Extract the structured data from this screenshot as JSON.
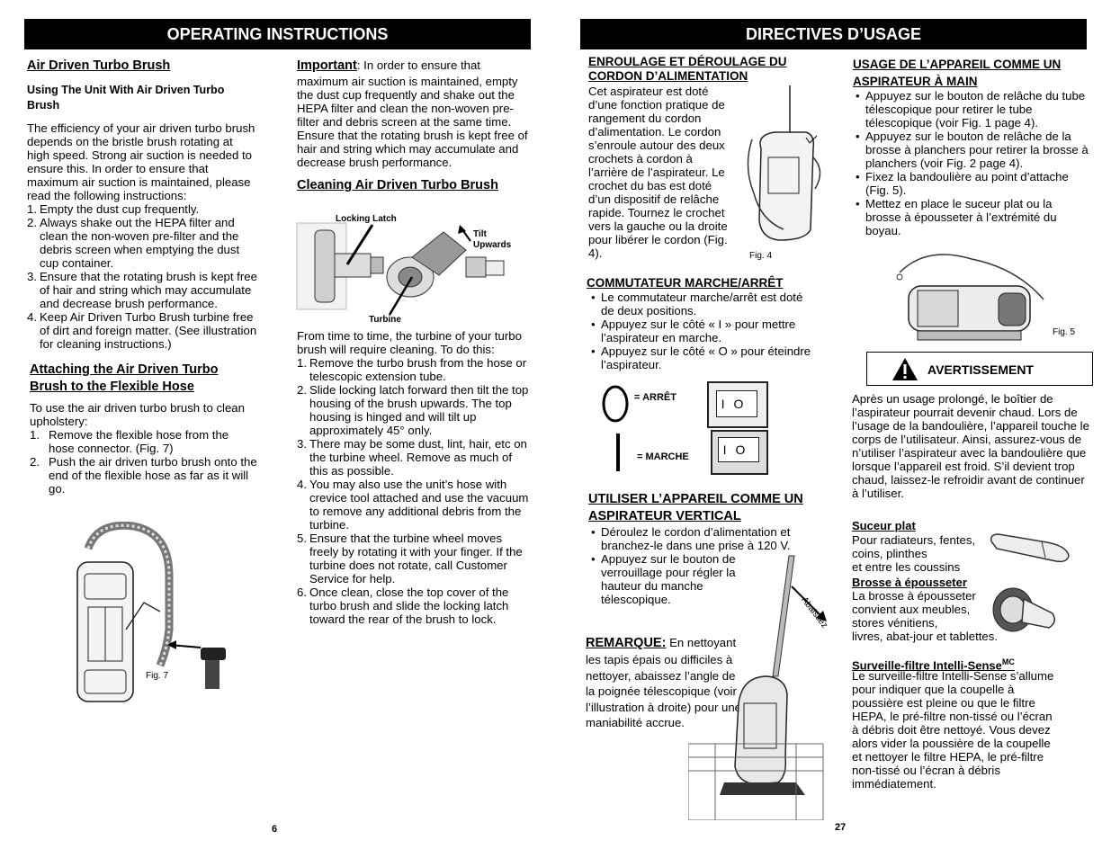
{
  "left": {
    "banner": "OPERATING INSTRUCTIONS",
    "turbo_title": "Air Driven Turbo Brush",
    "turbo_sub": "Using The Unit With Air Driven Turbo Brush",
    "turbo_intro": "The efficiency of your air driven turbo brush depends on the bristle brush rotating at high speed. Strong air suction is needed to ensure this. In order to ensure that maximum air suction is maintained, please read the following instructions:",
    "turbo_steps": [
      {
        "n": "1.",
        "text": "Empty the dust cup frequently."
      },
      {
        "n": "2.",
        "text": "Always shake out the HEPA filter and clean the non-woven pre-filter and the debris screen when emptying the dust cup container."
      },
      {
        "n": "3.",
        "text": "Ensure that the rotating brush is kept free of hair and string which may accumulate and decrease brush performance."
      },
      {
        "n": "4.",
        "text": "Keep Air Driven Turbo Brush turbine free of dirt and foreign matter. (See illustration for cleaning instructions.)"
      }
    ],
    "attach_title": "Attaching the Air Driven Turbo Brush to the Flexible Hose",
    "attach_intro": "To use the air driven turbo brush to clean upholstery:",
    "attach_steps": [
      {
        "n": "1.",
        "text": "Remove the flexible hose from the hose connector. (Fig. 7)"
      },
      {
        "n": "2.",
        "text": "Push the air driven turbo brush onto the end of the flexible hose as far as it will go."
      }
    ],
    "fig7": "Fig. 7",
    "important_label": "Important",
    "important_text": ": In order to ensure that maximum air suction is maintained, empty the dust cup frequently and shake out the HEPA filter and clean the non-woven pre-filter and debris screen at the same time. Ensure that the rotating brush is kept free of hair and string which may accumulate and decrease brush performance.",
    "cleaning_title": "Cleaning Air Driven Turbo Brush",
    "label_locking": "Locking Latch",
    "label_tilt1": "Tilt",
    "label_tilt2": "Upwards",
    "label_turbine": "Turbine",
    "cleaning_intro": "From time to time, the turbine of your turbo brush will require cleaning. To do this:",
    "cleaning_steps": [
      {
        "n": "1.",
        "text": "Remove the turbo brush from the hose or telescopic extension tube."
      },
      {
        "n": "2.",
        "text": "Slide locking latch forward then tilt the top housing of the brush upwards. The top housing is hinged and will tilt up approximately 45° only."
      },
      {
        "n": "3.",
        "text": "There may be some dust, lint, hair, etc on the turbine wheel. Remove as much of this as possible."
      },
      {
        "n": "4.",
        "text": "You may also use the unit’s hose with crevice tool attached and use the vacuum to remove any additional debris from the turbine."
      },
      {
        "n": "5.",
        "text": "Ensure that the turbine wheel moves freely by rotating it with your finger. If the turbine does not rotate, call Customer Service for help."
      },
      {
        "n": "6.",
        "text": "Once clean, close the top cover of the turbo brush and slide the locking latch toward the rear of the brush to lock."
      }
    ],
    "page_no": "6"
  },
  "right": {
    "banner": "DIRECTIVES D’USAGE",
    "cord_title": "ENROULAGE ET DÉROULAGE DU CORDON D’ALIMENTATION",
    "cord_text": "Cet aspirateur est doté d’une fonction pratique de rangement du cordon d’alimentation. Le cordon s’enroule autour des deux crochets à cordon à l’arrière de l’aspirateur. Le crochet du bas est doté d’un dispositif de relâche rapide.  Tournez le crochet vers la gauche ou la droite pour libérer le cordon (Fig. 4).",
    "fig4": "Fig. 4",
    "switch_title": "COMMUTATEUR MARCHE/ARRÊT",
    "switch_items": [
      "Le commutateur marche/arrêt est doté de deux positions.",
      "Appuyez sur le côté « I » pour mettre l’aspirateur en marche.",
      "Appuyez sur le côté « O » pour éteindre l’aspirateur."
    ],
    "label_arret": "= ARRÊT",
    "label_marche": "= MARCHE",
    "switch_i": "I",
    "switch_o": "O",
    "upright_title": "UTILISER L’APPAREIL COMME UN ASPIRATEUR VERTICAL",
    "upright_items": [
      "Déroulez le cordon d’alimentation et branchez-le dans une prise à 120 V.",
      "Appuyez sur le bouton de verrouillage pour régler la hauteur du manche télescopique."
    ],
    "abaissez": "Abaissez",
    "remarque_label": "REMARQUE:",
    "remarque_text": " En nettoyant les tapis épais ou difficiles à nettoyer, abaissez l’angle de la poignée télescopique (voir l’illustration à droite) pour une maniabilité accrue.",
    "hand_title": "USAGE DE L’APPAREIL COMME UN ASPIRATEUR À MAIN",
    "hand_items": [
      "Appuyez sur le bouton de relâche du tube télescopique pour retirer le tube télescopique (voir Fig. 1 page 4).",
      "Appuyez sur le bouton de relâche de la brosse à planchers pour retirer la brosse à planchers (voir Fig. 2 page 4).",
      "Fixez la bandoulière au point d’attache (Fig. 5).",
      "Mettez en place le suceur plat ou la brosse à épousseter à l’extrémité du boyau."
    ],
    "fig5": "Fig. 5",
    "warning_title": "AVERTISSEMENT",
    "warning_text": "Après un usage prolongé, le boîtier de l’aspirateur pourrait devenir chaud. Lors de l’usage de la bandoulière, l’appareil touche le corps de l’utilisateur. Ainsi, assurez-vous de n’utiliser l’aspirateur avec la bandoulière que lorsque l’appareil est froid.  S’il devient trop chaud, laissez-le refroidir avant de continuer à l’utiliser.",
    "crevice_title": "Suceur plat",
    "crevice_lines": [
      "Pour radiateurs, fentes,",
      "coins, plinthes",
      "et entre les coussins"
    ],
    "dust_title": "Brosse à épousseter",
    "dust_lines": [
      "La brosse à épousseter",
      "convient aux meubles,",
      "stores vénitiens,",
      "livres, abat-jour et tablettes."
    ],
    "sensor_title": "Surveille-filtre Intelli-Sense",
    "sensor_sup": "MC",
    "sensor_text": "Le surveille-filtre Intelli-Sense s’allume pour indiquer que la coupelle à poussière est pleine ou que le filtre HEPA, le pré-filtre non-tissé ou l’écran à débris doit être nettoyé.  Vous devez alors vider la poussière de la coupelle et nettoyer le filtre HEPA, le pré-filtre non-tissé ou l’écran à débris immédiatement.",
    "page_no": "27"
  }
}
